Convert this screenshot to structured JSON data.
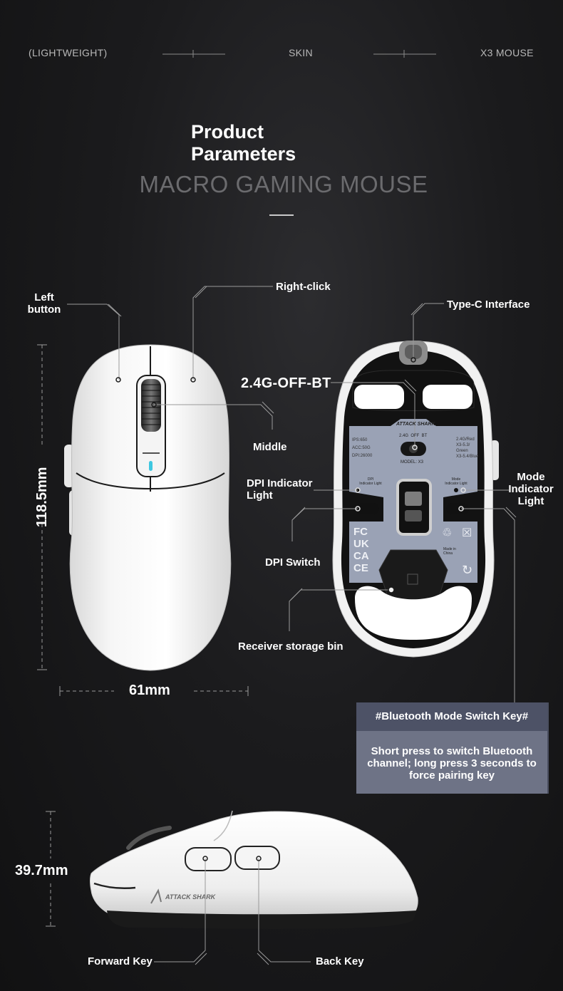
{
  "nav": {
    "left": "(LIGHTWEIGHT)",
    "center": "SKIN",
    "right": "X3 MOUSE"
  },
  "heading": {
    "title_line1": "Product",
    "title_line2": "Parameters",
    "subtitle": "MACRO GAMING MOUSE"
  },
  "top_view": {
    "left_button": "Left\nbutton",
    "right_click": "Right-click",
    "middle": "Middle",
    "length": "118.5mm",
    "width": "61mm"
  },
  "bottom_view": {
    "type_c": "Type-C Interface",
    "mode_switch": "2.4G-OFF-BT",
    "dpi_indicator": "DPI Indicator\nLight",
    "mode_indicator": "Mode\nIndicator\nLight",
    "dpi_switch": "DPI Switch",
    "receiver_bin": "Receiver storage bin",
    "plate": {
      "brand": "ATTACK SHARK",
      "switch_marks": "2.4G  OFF  BT",
      "model": "MODEL: X3",
      "spec_left": [
        "IPS:650",
        "ACC:50G",
        "DPI:26000"
      ],
      "spec_right": [
        "2.4G/Red",
        "X3-5.3/",
        "Green",
        "X3-5.4/Blue"
      ],
      "dpi_small": "DPI\nIndicator Light",
      "mode_small": "Mode\nIndicator Light",
      "cert_left": [
        "FC",
        "UK",
        "CA",
        "CE"
      ],
      "made_in": "Made in\nChina"
    }
  },
  "callout": {
    "title": "#Bluetooth Mode Switch Key#",
    "body": "Short press to switch Bluetooth channel; long press 3 seconds to force pairing key"
  },
  "side_view": {
    "height": "39.7mm",
    "forward": "Forward Key",
    "back": "Back Key",
    "brand": "ATTACK SHARK"
  }
}
